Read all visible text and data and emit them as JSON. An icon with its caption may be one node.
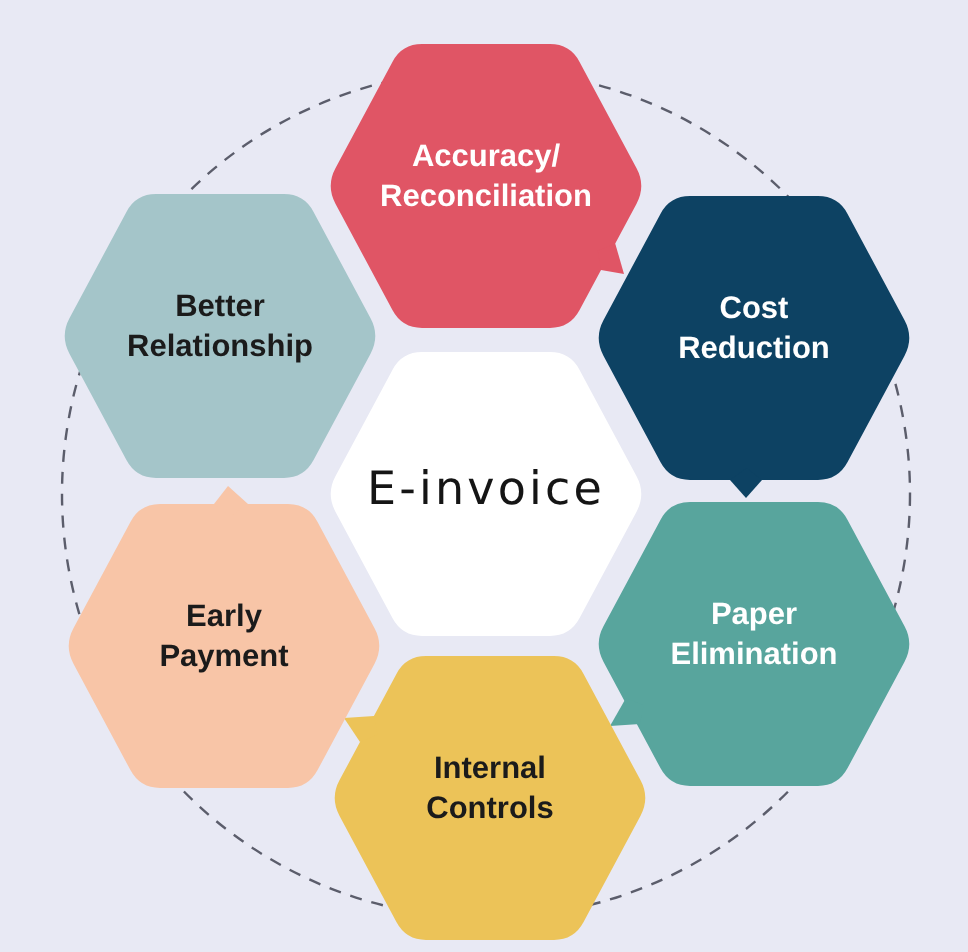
{
  "diagram": {
    "nodes": [
      {
        "text": [
          "E-invoice"
        ]
      },
      {
        "text": [
          "Accuracy/ Reconciliation"
        ]
      },
      {
        "text": [
          "Cost Reduction"
        ]
      },
      {
        "text": [
          "Paper Elimination"
        ]
      },
      {
        "text": [
          "Internal Controls"
        ]
      },
      {
        "text": [
          "Early Payment"
        ]
      },
      {
        "text": [
          "Better Relationship"
        ]
      }
    ]
  }
}
